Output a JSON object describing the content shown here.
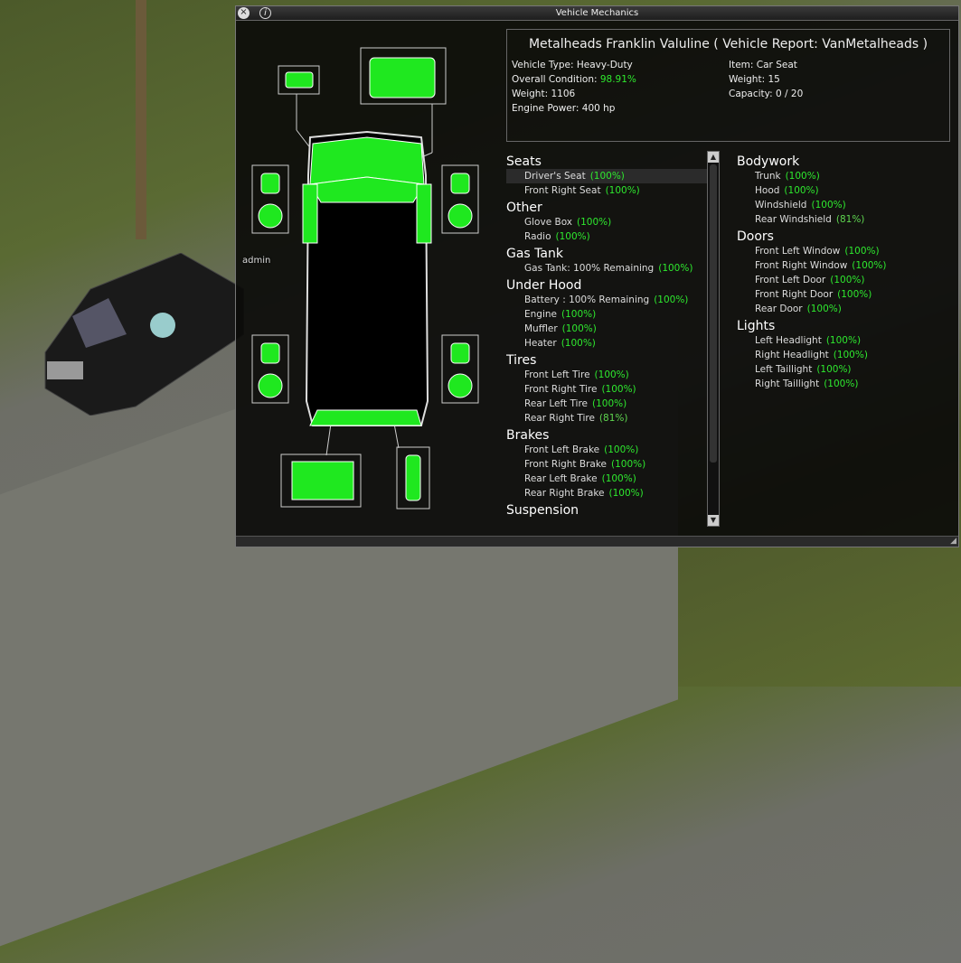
{
  "window": {
    "title": "Vehicle Mechanics",
    "close_icon": "close-icon",
    "info_icon": "info-icon"
  },
  "report": {
    "title": "Metalheads Franklin Valuline ( Vehicle Report: VanMetalheads )",
    "vehicle_type": "Vehicle Type: Heavy-Duty",
    "condition_label": "Overall Condition:",
    "condition_value": "98.91%",
    "weight": "Weight: 1106",
    "engine_power": "Engine Power: 400 hp",
    "item": "Item: Car Seat",
    "item_weight": "Weight: 15",
    "capacity": "Capacity: 0 / 20"
  },
  "world": {
    "player_name": "admin"
  },
  "left_sections": [
    {
      "title": "Seats",
      "items": [
        {
          "name": "Driver's Seat",
          "pct": "(100%)",
          "selected": true
        },
        {
          "name": "Front Right Seat",
          "pct": "(100%)"
        }
      ]
    },
    {
      "title": "Other",
      "items": [
        {
          "name": "Glove Box",
          "pct": "(100%)"
        },
        {
          "name": "Radio",
          "pct": "(100%)"
        }
      ]
    },
    {
      "title": "Gas Tank",
      "items": [
        {
          "name": "Gas Tank: 100% Remaining",
          "pct": "(100%)"
        }
      ]
    },
    {
      "title": "Under Hood",
      "items": [
        {
          "name": "Battery : 100% Remaining",
          "pct": "(100%)"
        },
        {
          "name": "Engine",
          "pct": "(100%)"
        },
        {
          "name": "Muffler",
          "pct": "(100%)"
        },
        {
          "name": "Heater",
          "pct": "(100%)"
        }
      ]
    },
    {
      "title": "Tires",
      "items": [
        {
          "name": "Front Left Tire",
          "pct": "(100%)"
        },
        {
          "name": "Front Right Tire",
          "pct": "(100%)"
        },
        {
          "name": "Rear Left Tire",
          "pct": "(100%)"
        },
        {
          "name": "Rear Right Tire",
          "pct": "(81%)"
        }
      ]
    },
    {
      "title": "Brakes",
      "items": [
        {
          "name": "Front Left Brake",
          "pct": "(100%)"
        },
        {
          "name": "Front Right Brake",
          "pct": "(100%)"
        },
        {
          "name": "Rear Left Brake",
          "pct": "(100%)"
        },
        {
          "name": "Rear Right Brake",
          "pct": "(100%)"
        }
      ]
    },
    {
      "title": "Suspension",
      "items": []
    }
  ],
  "right_sections": [
    {
      "title": "Bodywork",
      "items": [
        {
          "name": "Trunk",
          "pct": "(100%)"
        },
        {
          "name": "Hood",
          "pct": "(100%)"
        },
        {
          "name": "Windshield",
          "pct": "(100%)"
        },
        {
          "name": "Rear Windshield",
          "pct": "(81%)"
        }
      ]
    },
    {
      "title": "Doors",
      "items": [
        {
          "name": "Front Left Window",
          "pct": "(100%)"
        },
        {
          "name": "Front Right Window",
          "pct": "(100%)"
        },
        {
          "name": "Front Left Door",
          "pct": "(100%)"
        },
        {
          "name": "Front Right Door",
          "pct": "(100%)"
        },
        {
          "name": "Rear Door",
          "pct": "(100%)"
        }
      ]
    },
    {
      "title": "Lights",
      "items": [
        {
          "name": "Left Headlight",
          "pct": "(100%)"
        },
        {
          "name": "Right Headlight",
          "pct": "(100%)"
        },
        {
          "name": "Left Taillight",
          "pct": "(100%)"
        },
        {
          "name": "Right Taillight",
          "pct": "(100%)"
        }
      ]
    }
  ],
  "colors": {
    "good": "#2ee82e",
    "part": "#1fe81f"
  }
}
